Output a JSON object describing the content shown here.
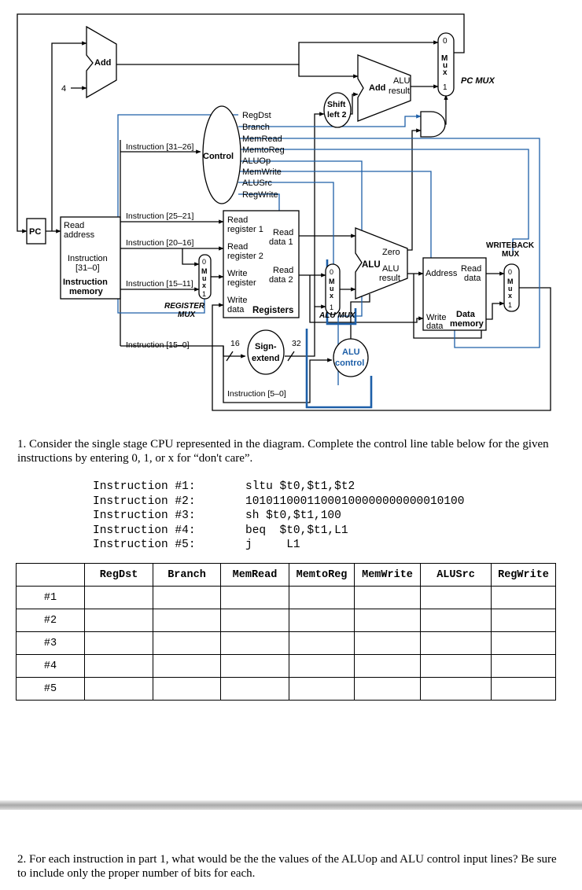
{
  "diagram": {
    "pc": "PC",
    "add_top": "Add",
    "four": "4",
    "add_alu_add": "Add",
    "add_alu_alu": "ALU",
    "add_alu_result": "result",
    "pc_mux_0": "0",
    "pc_mux_1": "1",
    "pc_mux_letters": [
      "M",
      "u",
      "x"
    ],
    "pc_mux_label": "PC MUX",
    "shift_left_1": "Shift",
    "shift_left_2": "left 2",
    "control": "Control",
    "control_signals": [
      "RegDst",
      "Branch",
      "MemRead",
      "MemtoReg",
      "ALUOp",
      "MemWrite",
      "ALUSrc",
      "RegWrite"
    ],
    "instr_31_26": "Instruction [31–26]",
    "instr_25_21": "Instruction [25–21]",
    "instr_20_16": "Instruction [20–16]",
    "instr_15_11": "Instruction [15–11]",
    "instr_15_0": "Instruction [15–0]",
    "instr_5_0": "Instruction [5–0]",
    "im_read": "Read",
    "im_address": "address",
    "im_instruction": "Instruction",
    "im_range": "[31–0]",
    "im_title_1": "Instruction",
    "im_title_2": "memory",
    "reg_mux_letters": [
      "M",
      "u",
      "x"
    ],
    "reg_mux_0": "0",
    "reg_mux_1": "1",
    "reg_mux_label_1": "REGISTER",
    "reg_mux_label_2": "MUX",
    "rf_read_reg1_a": "Read",
    "rf_read_reg1_b": "register 1",
    "rf_read_reg2_a": "Read",
    "rf_read_reg2_b": "register 2",
    "rf_write_reg_a": "Write",
    "rf_write_reg_b": "register",
    "rf_write_data_a": "Write",
    "rf_write_data_b": "data",
    "rf_read_data1_a": "Read",
    "rf_read_data1_b": "data 1",
    "rf_read_data2_a": "Read",
    "rf_read_data2_b": "data 2",
    "rf_title": "Registers",
    "alu_mux_letters": [
      "M",
      "u",
      "x"
    ],
    "alu_mux_0": "0",
    "alu_mux_1": "1",
    "alu_mux_label": "ALU MUX",
    "alu": "ALU",
    "alu_zero": "Zero",
    "alu_result_1": "ALU",
    "alu_result_2": "result",
    "dm_address": "Address",
    "dm_read_1": "Read",
    "dm_read_2": "data",
    "dm_write_1": "Write",
    "dm_write_2": "data",
    "dm_title_1": "Data",
    "dm_title_2": "memory",
    "wb_mux_letters": [
      "M",
      "u",
      "x"
    ],
    "wb_mux_0": "0",
    "wb_mux_1": "1",
    "wb_mux_label_1": "WRITEBACK",
    "wb_mux_label_2": "MUX",
    "sign_extend_1": "Sign-",
    "sign_extend_2": "extend",
    "bits_16": "16",
    "bits_32": "32",
    "alu_control_1": "ALU",
    "alu_control_2": "control"
  },
  "question1": "1. Consider the single stage CPU represented in the diagram. Complete the control line table below for the given instructions by entering 0, 1, or x for “don't care”.",
  "instructions": [
    {
      "label": "Instruction #1:",
      "code": "sltu $t0,$t1,$t2"
    },
    {
      "label": "Instruction #2:",
      "code": "10101100011000100000000000010100"
    },
    {
      "label": "Instruction #3:",
      "code": "sh $t0,$t1,100"
    },
    {
      "label": "Instruction #4:",
      "code": "beq  $t0,$t1,L1"
    },
    {
      "label": "Instruction #5:",
      "code": "j     L1"
    }
  ],
  "table": {
    "headers": [
      "RegDst",
      "Branch",
      "MemRead",
      "MemtoReg",
      "MemWrite",
      "ALUSrc",
      "RegWrite"
    ],
    "rows": [
      "#1",
      "#2",
      "#3",
      "#4",
      "#5"
    ]
  },
  "question2": "2. For each instruction in part 1, what would be the the values of the ALUop and ALU control input lines? Be sure to include only the proper number of bits for each."
}
